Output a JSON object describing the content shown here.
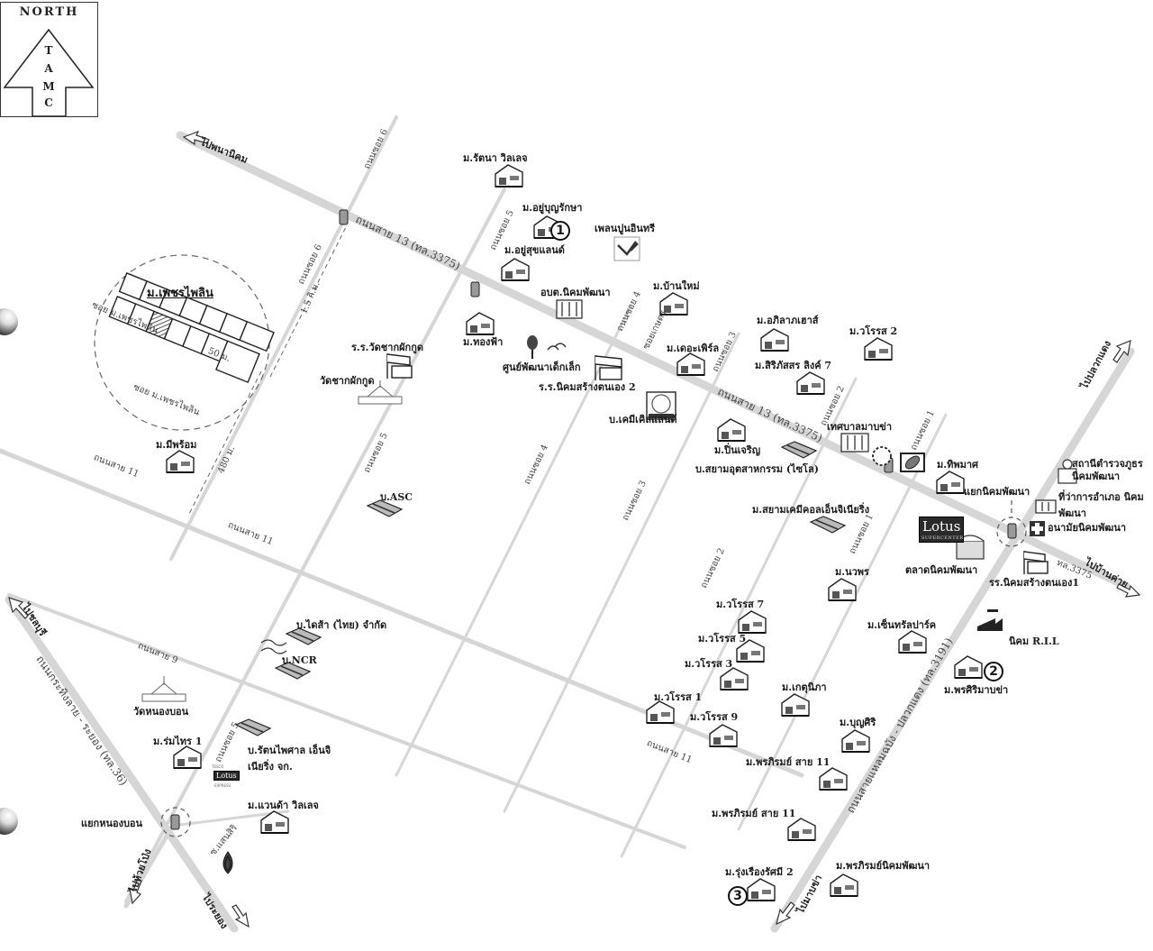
{
  "compass": {
    "title": "NORTH",
    "letters": [
      "T",
      "A",
      "M",
      "C"
    ]
  },
  "inset": {
    "title": "ม.เพชรไพลิน",
    "soi_upper": "ซอย ม.เพชรไพลิน",
    "soi_lower": "ซอย ม.เพชรไพลิน",
    "distance_inner": "50 ม.",
    "distance_1": "1.5 กิ.ม.",
    "distance_2": "480 ม."
  },
  "roads": {
    "sai13_a": "ถนนสาย 13 (ทล.3375)",
    "sai13_b": "ถนนสาย 13 (ทล.3375)",
    "sai11_a": "ถนนสาย 11",
    "sai11_b": "ถนนสาย 11",
    "sai11_c": "ถนนสาย 11",
    "sai9": "ถนนสาย 9",
    "soi6_a": "ถนนซอย 6",
    "soi6_b": "ถนนซอย 6",
    "soi5_a": "ถนนซอย 5",
    "soi5_b": "ถนนซอย 5",
    "soi5_c": "ถนนซอย 5",
    "soi4_a": "ถนนซอย 4",
    "soi4_b": "ถนนซอย 4",
    "soi3_a": "ถนนซอย 3",
    "soi3_b": "ถนนซอย 3",
    "soi2_a": "ถนนซอย 2",
    "soi2_b": "ถนนซอย 2",
    "soi1_a": "ถนนซอย 1",
    "soi1_b": "ถนนซอย 1",
    "soi_kaset": "ซอยเกษตร",
    "highway36": "ถนนกระทิงลาย - ระยอง (ทล.36)",
    "highway3191": "ถนนสายแหลมฉบัง - ปลวกแดง (ทล.3191)",
    "tl3375": "ทล.3375",
    "soi_saensiri": "ซ.แสนสิริ"
  },
  "directions": [
    "ไปพนานิคม",
    "ไปปลวกแดง",
    "ไปบ้านค่าย",
    "ไปชลบุรี",
    "ไปห้วยโป่ง",
    "ไประยอง",
    "ไปมาบข่า"
  ],
  "places": {
    "rattana_village": "ม.รัตนา วิลเลจ",
    "yubunrak": "ม.อยู่บุญรักษา",
    "yusuk_land": "ม.อยู่สุขแลนด์",
    "siam_cement": "เพลนปูนอินทรี",
    "ban_mai": "ม.บ้านใหม่",
    "obt_nikhom": "อบต.นิคมพัฒนา",
    "thong_fa": "ม.ทองฟ้า",
    "child_center": "ศูนย์พัฒนาเด็กเล็ก",
    "school_2": "ร.ร.นิคมสร้างตนเอง 2",
    "the_jewel": "ม.เดอะเพิร์ล",
    "apilak": "ม.อภิลาภเฮาส์",
    "sirikatara": "ม.สิริภัสสร ลิงค์ 7",
    "warasa2": "ม.วโรรส 2",
    "chemical_co": "บ.เคมีเคิลแลนด์",
    "pin_charoen": "ม.ปิ่นเจริญ",
    "sayam_co": "บ.สยามอุตสาหกรรม (ไซโล)",
    "makha_municipality": "เทศบาลมาบข่า",
    "thipmat": "ม.ทิพมาศ",
    "nikhom_junction": "แยกนิคมพัฒนา",
    "police_station": "สถานีตำรวจภูธร นิคมพัฒนา",
    "district_office": "ที่ว่าการอำเภอ นิคมพัฒนา",
    "health_center": "อนามัยนิคมพัฒนา",
    "nikhom_market": "ตลาดนิคมพัฒนา",
    "school_1": "รร.นิคมสร้างตนเอง1",
    "siam_engineering": "ม.สยามเคมีคอลเอ็นจิเนียริ่ง",
    "nawaporn": "ม.นวพร",
    "centre_park": "ม.เซ็นทรัลปาร์ค",
    "ril_estate": "นิคม R.I.L",
    "pornsiri_makha": "ม.พรศิริมาบข่า",
    "warasa7": "ม.วโรรส 7",
    "warasa5": "ม.วโรรส 5",
    "warasa3": "ม.วโรรส 3",
    "warasa1": "ม.วโรรส 1",
    "warasa9": "ม.วโรรส 9",
    "ketnipa": "ม.เกตุนิภา",
    "bunsiri": "ม.บุญศิริ",
    "pornsiri_11a": "ม.พรภิรมย์ สาย 11",
    "pornsiri_11b": "ม.พรภิรมย์ สาย 11",
    "rungrueang": "ม.รุ่งเรืองรัศมี 2",
    "pornsiri_nikhom": "ม.พรภิรมย์นิคมพัฒนา",
    "mi_phrom": "ม.มีพร้อม",
    "school_wat": "ร.ร.วัดชากผักกูด",
    "wat_chak": "วัดชากผักกูด",
    "asc": "บ.ASC",
    "delta": "บ.ไดส้า (ไทย) จำกัด",
    "ncr": "บ.NCR",
    "wat_nong": "วัดหนองบอน",
    "romsai": "ม.ร่มไทร 1",
    "rattanaphaisan": "บ.รัตนไพศาล เอ็นจิเนียริ่ง จก.",
    "wanda": "ม.แวนด้า วิลเลจ",
    "nong_bon_junction": "แยกหนองบอน",
    "lotus_main": "Lotus",
    "lotus_sub": "SUPERCENTER",
    "lotus_small": "Lotus",
    "lotus_small_top": "TESCO",
    "lotus_small_bot": "EXPRESS"
  },
  "markers": [
    "1",
    "2",
    "3"
  ]
}
